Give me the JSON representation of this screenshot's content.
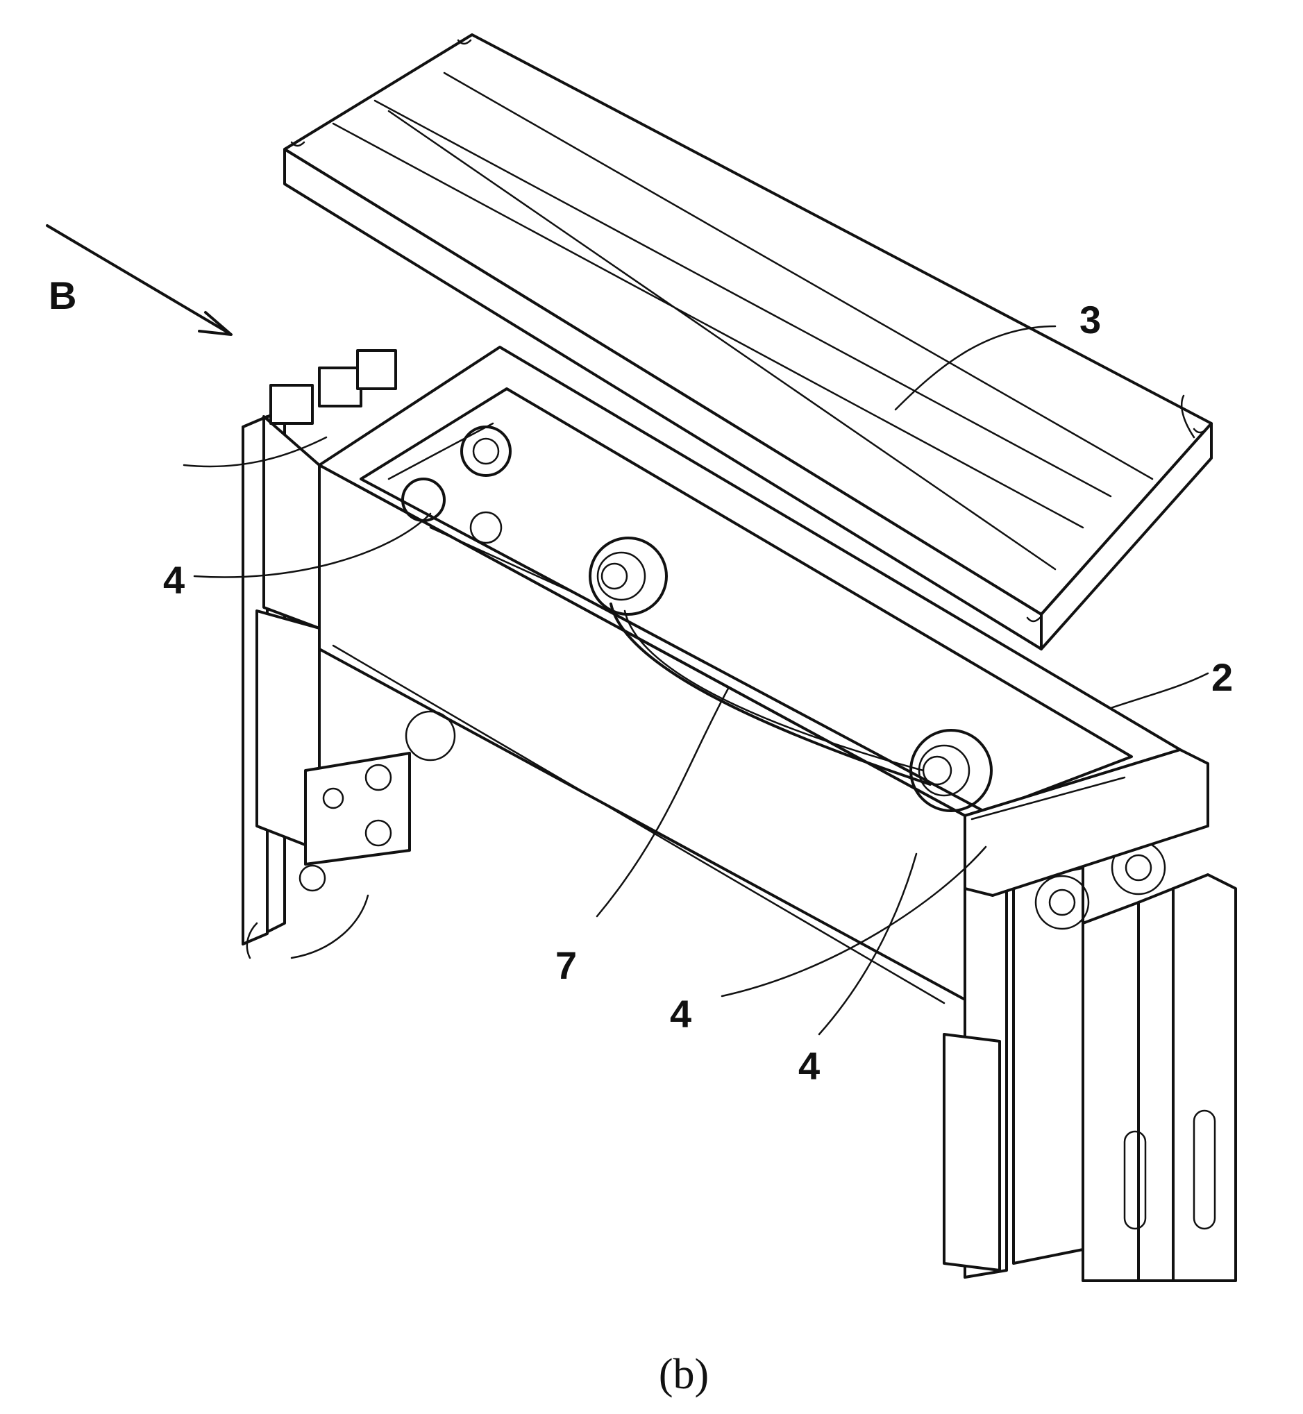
{
  "labels": {
    "direction": "B",
    "cover": "3",
    "frame": "2",
    "spring": "7",
    "hook_upper_left": "4",
    "hook_lower_mid": "4",
    "hook_lower_right": "4"
  },
  "caption": "(b)",
  "icons": [
    "direction-arrow-icon"
  ]
}
